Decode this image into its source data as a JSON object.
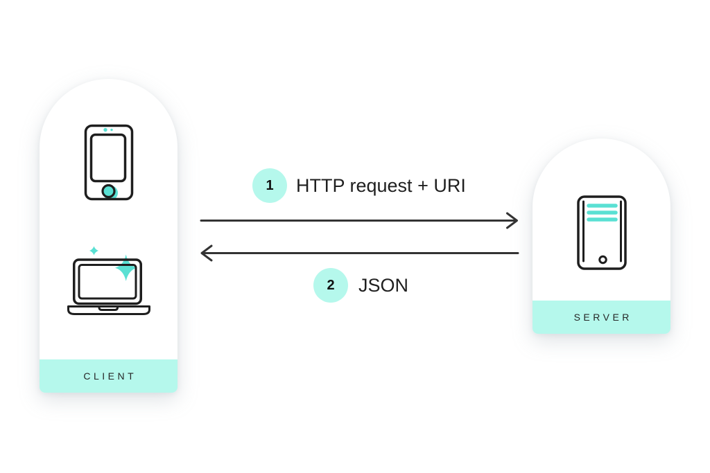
{
  "client_panel": {
    "label": "CLIENT",
    "icons": [
      {
        "name": "smartphone-icon"
      },
      {
        "name": "sparkle-icon"
      },
      {
        "name": "laptop-icon"
      }
    ]
  },
  "server_panel": {
    "label": "SERVER",
    "icons": [
      {
        "name": "server-icon"
      }
    ]
  },
  "flows": [
    {
      "step": "1",
      "label": "HTTP request + URI",
      "direction": "client-to-server",
      "arrow": "right"
    },
    {
      "step": "2",
      "label": "JSON",
      "direction": "server-to-client",
      "arrow": "left"
    }
  ],
  "colors": {
    "mint": "#b5f8ec",
    "teal": "#5ae0d3",
    "ink": "#1e1e1e",
    "arrow": "#333333",
    "panel": "#ffffff"
  }
}
